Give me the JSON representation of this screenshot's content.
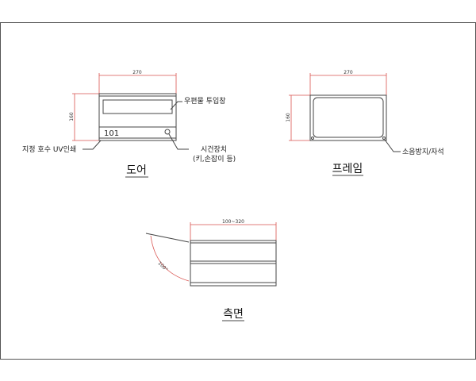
{
  "door": {
    "title": "도어",
    "width_dim": "270",
    "height_dim": "160",
    "unit_number": "101",
    "slot_label": "우편물 투입창",
    "lock_label_1": "시건장치",
    "lock_label_2": "(키,손잡이 등)",
    "print_label": "지정 호수 UV인쇄"
  },
  "frame": {
    "title": "프레임",
    "width_dim": "270",
    "height_dim": "160",
    "magnet_label": "소음방지/자석"
  },
  "side": {
    "title": "측면",
    "depth_dim": "100~320",
    "angle_label": "100°"
  },
  "colors": {
    "dimension": "#d9534f",
    "line": "#444444"
  }
}
